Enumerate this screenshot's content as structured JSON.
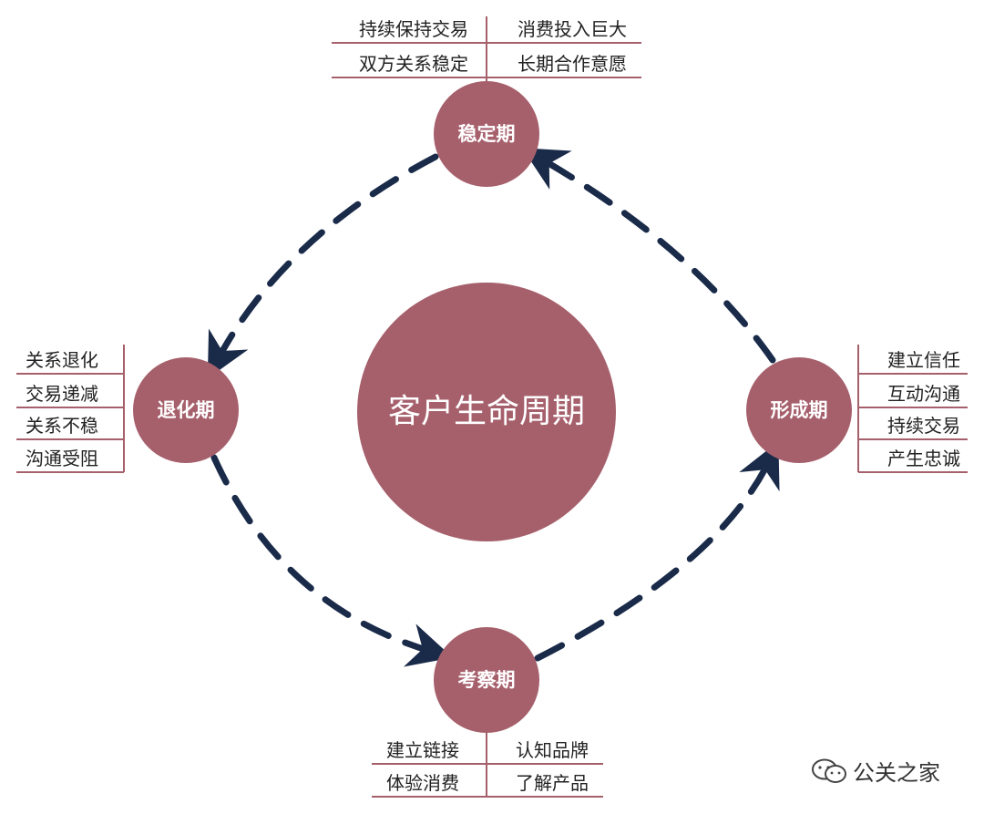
{
  "colors": {
    "circle_fill": "#a6606c",
    "arrow": "#1a2b4a",
    "rule_line": "#a6606c",
    "text": "#222222"
  },
  "center": {
    "title": "客户生命周期"
  },
  "stages": {
    "stable": {
      "name": "稳定期",
      "items": [
        "持续保持交易",
        "双方关系稳定",
        "消费投入巨大",
        "长期合作意愿"
      ]
    },
    "formation": {
      "name": "形成期",
      "items": [
        "建立信任",
        "互动沟通",
        "持续交易",
        "产生忠诚"
      ]
    },
    "inspection": {
      "name": "考察期",
      "items": [
        "建立链接",
        "体验消费",
        "认知品牌",
        "了解产品"
      ]
    },
    "decline": {
      "name": "退化期",
      "items": [
        "关系退化",
        "交易递减",
        "关系不稳",
        "沟通受阻"
      ]
    }
  },
  "watermark": {
    "text": "公关之家",
    "icon": "wechat-icon"
  }
}
